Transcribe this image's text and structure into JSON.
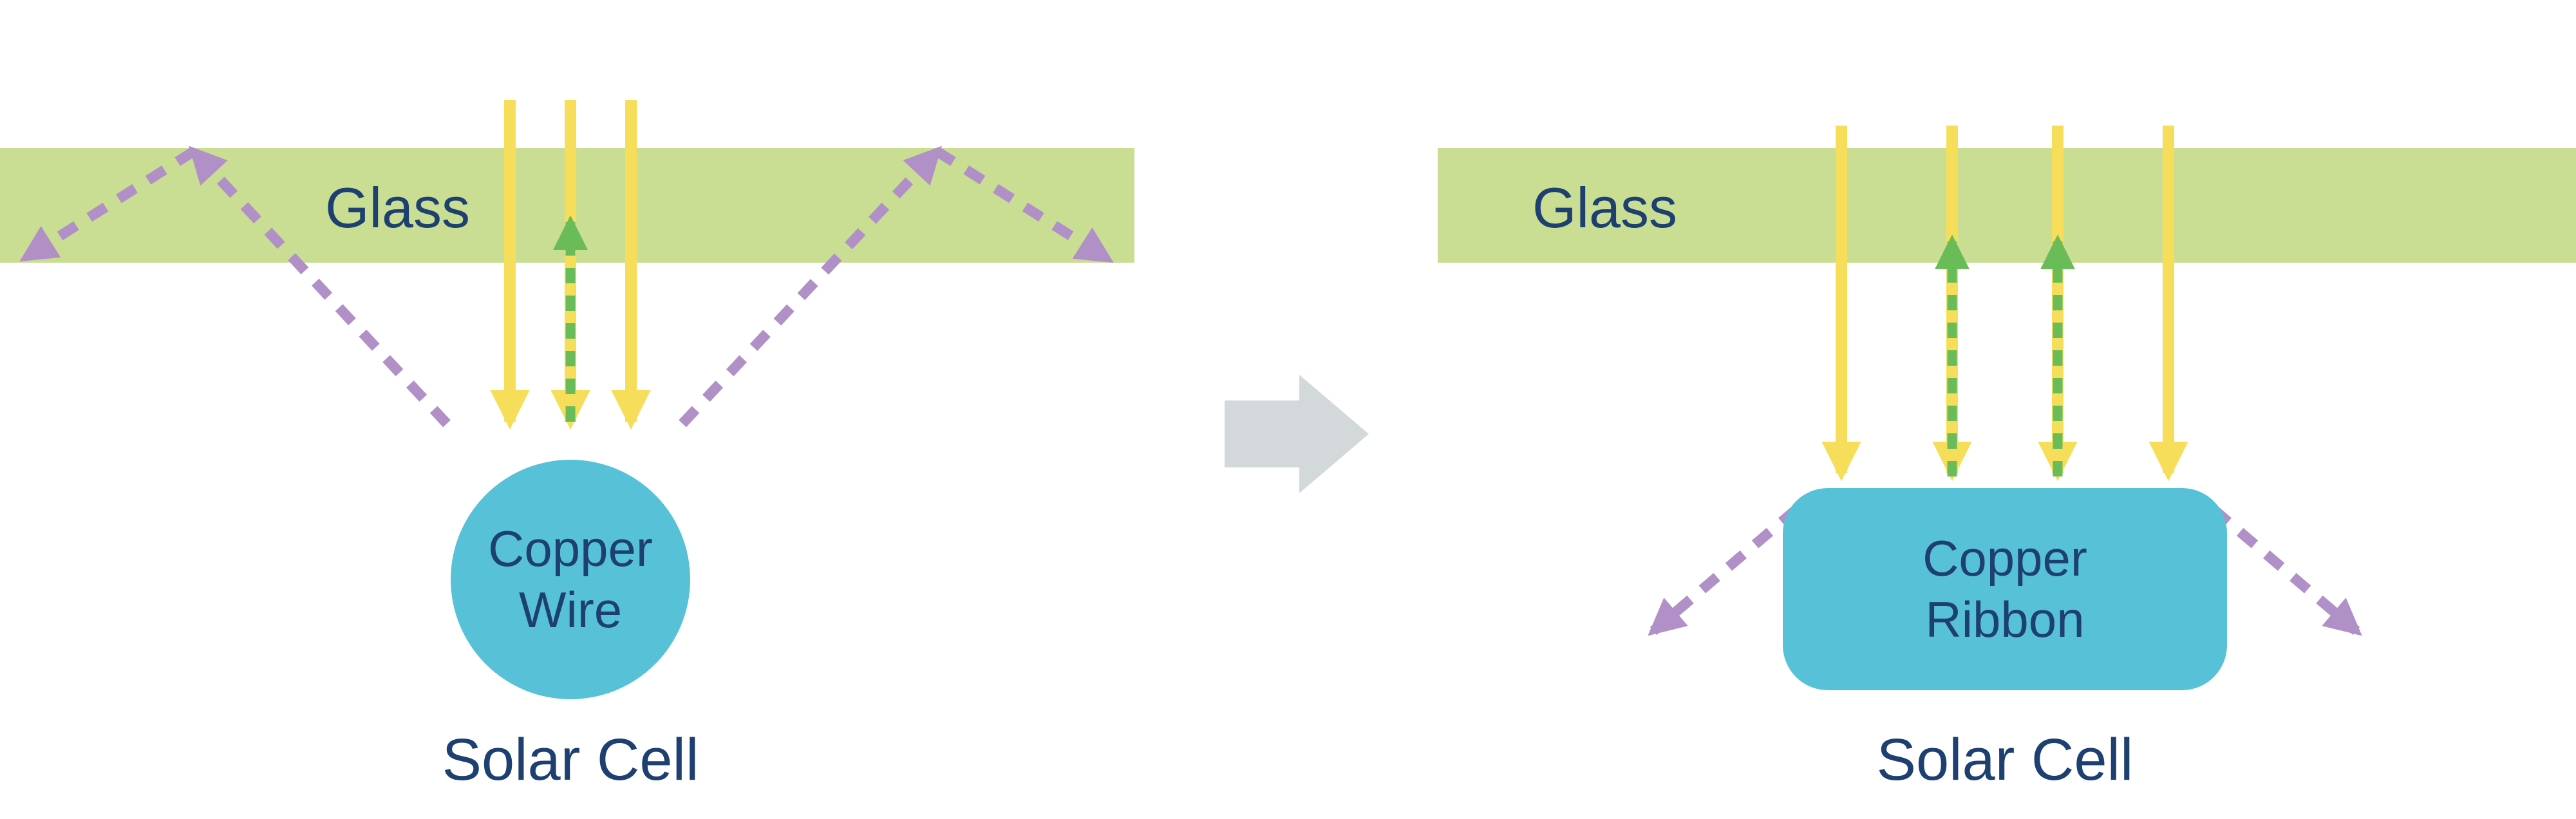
{
  "colors": {
    "background": "#ffffff",
    "glass": "#c9dd93",
    "sunlight": "#f6de5b",
    "recaptured": "#69bc58",
    "lost": "#b190c7",
    "copper": "#57c1d8",
    "text": "#1d4070",
    "transition": "#d3d9db"
  },
  "icons": {
    "sunlight_arrow": "↓",
    "recaptured_light_arrow": "↑",
    "lost_light_arrow": "↘",
    "transition_arrow": "➜"
  },
  "left_diagram": {
    "glass_label": "Glass",
    "conductor_line1": "Copper",
    "conductor_line2": "Wire",
    "cell_label": "Solar Cell"
  },
  "right_diagram": {
    "glass_label": "Glass",
    "conductor_line1": "Copper",
    "conductor_line2": "Ribbon",
    "cell_label": "Solar Cell"
  }
}
